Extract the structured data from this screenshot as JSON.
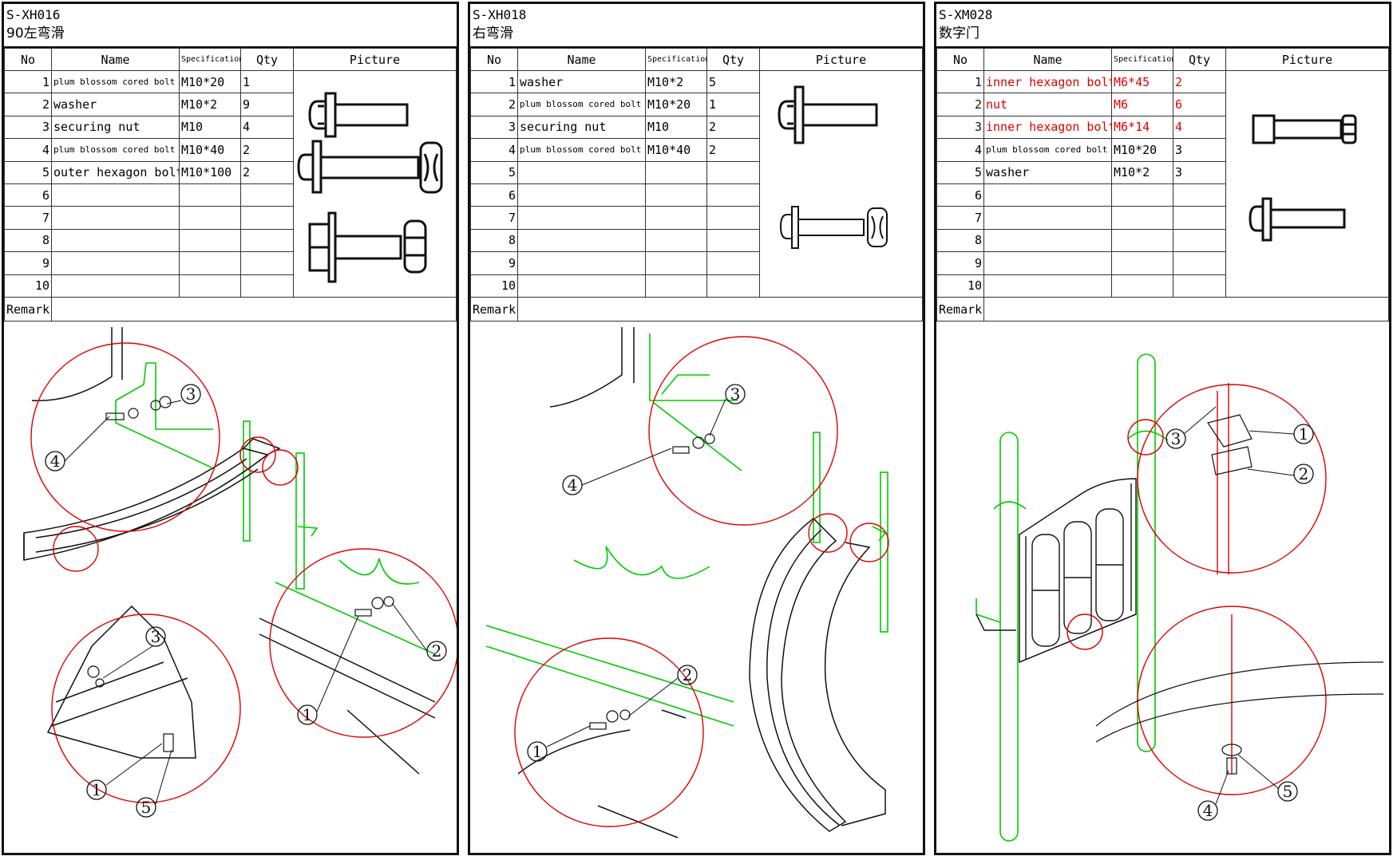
{
  "headers": {
    "no": "No",
    "name": "Name",
    "spec": "Specification",
    "qty": "Qty",
    "picture": "Picture"
  },
  "remark_label": "Remark",
  "sheets": [
    {
      "code": "S-XH016",
      "name": "90左弯滑",
      "rows": [
        {
          "no": "1",
          "name": "plum blossom cored bolt",
          "spec": "M10*20",
          "qty": "1"
        },
        {
          "no": "2",
          "name": "washer",
          "spec": "M10*2",
          "qty": "9"
        },
        {
          "no": "3",
          "name": "securing nut",
          "spec": "M10",
          "qty": "4"
        },
        {
          "no": "4",
          "name": "plum blossom cored bolt",
          "spec": "M10*40",
          "qty": "2"
        },
        {
          "no": "5",
          "name": "outer hexagon bolt",
          "spec": "M10*100",
          "qty": "2"
        },
        {
          "no": "6",
          "name": "",
          "spec": "",
          "qty": ""
        },
        {
          "no": "7",
          "name": "",
          "spec": "",
          "qty": ""
        },
        {
          "no": "8",
          "name": "",
          "spec": "",
          "qty": ""
        },
        {
          "no": "9",
          "name": "",
          "spec": "",
          "qty": ""
        },
        {
          "no": "10",
          "name": "",
          "spec": "",
          "qty": ""
        }
      ],
      "callouts": [
        "3",
        "4",
        "3",
        "1",
        "5",
        "2",
        "1"
      ]
    },
    {
      "code": "S-XH018",
      "name": "右弯滑",
      "rows": [
        {
          "no": "1",
          "name": "washer",
          "spec": "M10*2",
          "qty": "5"
        },
        {
          "no": "2",
          "name": "plum blossom cored bolt",
          "spec": "M10*20",
          "qty": "1"
        },
        {
          "no": "3",
          "name": "securing nut",
          "spec": "M10",
          "qty": "2"
        },
        {
          "no": "4",
          "name": "plum blossom cored bolt",
          "spec": "M10*40",
          "qty": "2"
        },
        {
          "no": "5",
          "name": "",
          "spec": "",
          "qty": ""
        },
        {
          "no": "6",
          "name": "",
          "spec": "",
          "qty": ""
        },
        {
          "no": "7",
          "name": "",
          "spec": "",
          "qty": ""
        },
        {
          "no": "8",
          "name": "",
          "spec": "",
          "qty": ""
        },
        {
          "no": "9",
          "name": "",
          "spec": "",
          "qty": ""
        },
        {
          "no": "10",
          "name": "",
          "spec": "",
          "qty": ""
        }
      ],
      "callouts": [
        "3",
        "4",
        "2",
        "1"
      ]
    },
    {
      "code": "S-XM028",
      "name": "数字门",
      "rows": [
        {
          "no": "1",
          "name": "inner hexagon bolt",
          "spec": "M6*45",
          "qty": "2",
          "highlight": "#e00000"
        },
        {
          "no": "2",
          "name": "nut",
          "spec": "M6",
          "qty": "6",
          "highlight": "#e00000"
        },
        {
          "no": "3",
          "name": "inner hexagon bolt",
          "spec": "M6*14",
          "qty": "4",
          "highlight": "#e00000"
        },
        {
          "no": "4",
          "name": "plum blossom cored bolt",
          "spec": "M10*20",
          "qty": "3"
        },
        {
          "no": "5",
          "name": "washer",
          "spec": "M10*2",
          "qty": "3"
        },
        {
          "no": "6",
          "name": "",
          "spec": "",
          "qty": ""
        },
        {
          "no": "7",
          "name": "",
          "spec": "",
          "qty": ""
        },
        {
          "no": "8",
          "name": "",
          "spec": "",
          "qty": ""
        },
        {
          "no": "9",
          "name": "",
          "spec": "",
          "qty": ""
        },
        {
          "no": "10",
          "name": "",
          "spec": "",
          "qty": ""
        }
      ],
      "callouts": [
        "3",
        "1",
        "2",
        "4",
        "5"
      ]
    }
  ],
  "colors": {
    "frame": "#111111",
    "callout_circle": "#e00000",
    "structure": "#00cc00",
    "highlight_text": "#e00000"
  }
}
